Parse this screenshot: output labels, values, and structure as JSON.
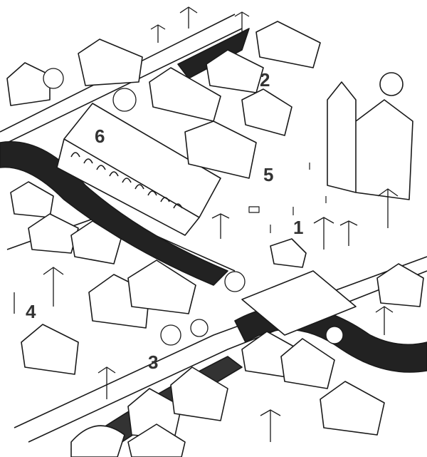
{
  "illustration": {
    "labels": [
      "1",
      "2",
      "3",
      "4",
      "5",
      "6"
    ],
    "ink_color": "#1a1a1a",
    "background_color": "#ffffff"
  }
}
